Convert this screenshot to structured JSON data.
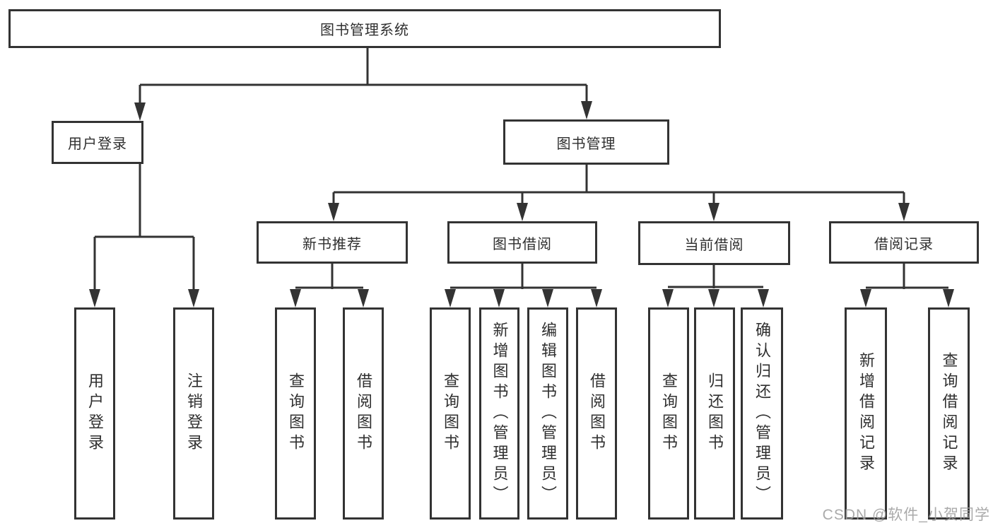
{
  "diagram": {
    "tree": {
      "label": "图书管理系统",
      "children": [
        {
          "label": "用户登录",
          "children": [
            {
              "label": "用户登录"
            },
            {
              "label": "注销登录"
            }
          ]
        },
        {
          "label": "图书管理",
          "children": [
            {
              "label": "新书推荐",
              "children": [
                {
                  "label": "查询图书"
                },
                {
                  "label": "借阅图书"
                }
              ]
            },
            {
              "label": "图书借阅",
              "children": [
                {
                  "label": "查询图书"
                },
                {
                  "label": "新增图书（管理员）"
                },
                {
                  "label": "编辑图书（管理员）"
                },
                {
                  "label": "借阅图书"
                }
              ]
            },
            {
              "label": "当前借阅",
              "children": [
                {
                  "label": "查询图书"
                },
                {
                  "label": "归还图书"
                },
                {
                  "label": "确认归还（管理员）"
                }
              ]
            },
            {
              "label": "借阅记录",
              "children": [
                {
                  "label": "新增借阅记录"
                },
                {
                  "label": "查询借阅记录"
                }
              ]
            }
          ]
        }
      ]
    },
    "colors": {
      "line": "#333333",
      "box_background": "#ffffff",
      "text": "#2f2f2f",
      "watermark": "#9e9e9e"
    }
  },
  "watermark": {
    "text": "CSDN @软件_小贺同学"
  }
}
